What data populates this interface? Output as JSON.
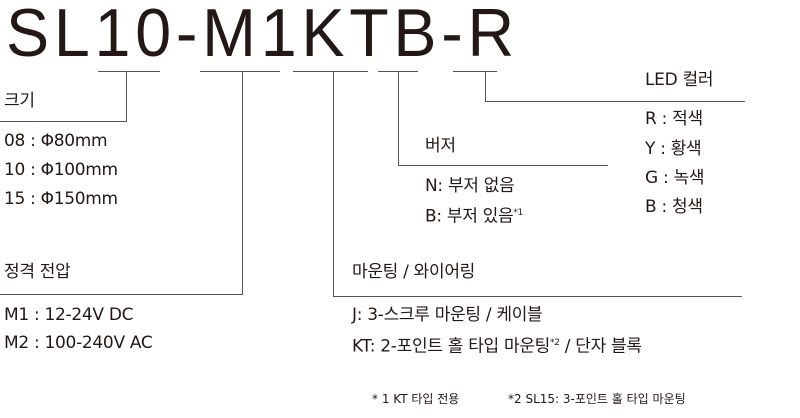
{
  "model_code": "SL10-M1KTB-R",
  "size": {
    "label": "크기",
    "options": [
      "08 : Φ80mm",
      "10 : Φ100mm",
      "15 : Φ150mm"
    ]
  },
  "voltage": {
    "label": "정격 전압",
    "options": [
      "M1 : 12-24V DC",
      "M2 : 100-240V AC"
    ]
  },
  "mounting": {
    "label": "마운팅 / 와이어링",
    "options": [
      "J: 3-스크루 마운팅 / 케이블",
      "KT: 2-포인트 홀 타입 마운팅",
      "*2",
      " / 단자 블록"
    ]
  },
  "buzzer": {
    "label": "버저",
    "options": [
      "N: 부저 없음",
      "B: 부저 있음",
      "*1"
    ]
  },
  "led": {
    "label": "LED 컬러",
    "options": [
      "R : 적색",
      "Y : 황색",
      "G : 녹색",
      "B : 청색"
    ]
  },
  "footnotes": [
    "* 1 KT 타입 전용",
    "*2 SL15: 3-포인트 홀 타입 마운팅"
  ]
}
